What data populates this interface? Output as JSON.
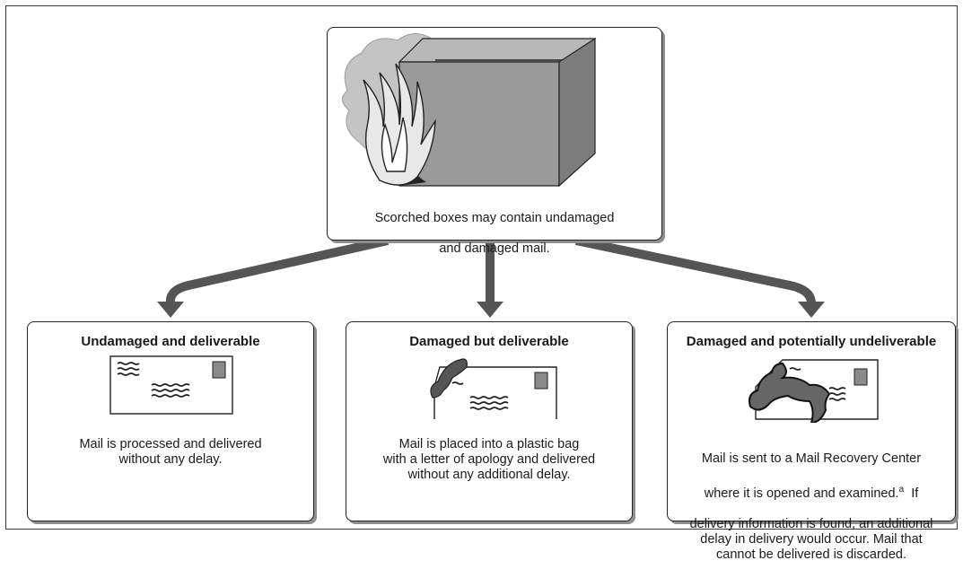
{
  "top": {
    "caption_line1": "Scorched boxes may contain undamaged",
    "caption_line2": "and damaged mail."
  },
  "outcomes": [
    {
      "title": "Undamaged and deliverable",
      "description": "Mail is processed and delivered\nwithout any delay."
    },
    {
      "title": "Damaged but deliverable",
      "description": "Mail is placed into a plastic bag\nwith a letter of apology and delivered\nwithout any additional delay."
    },
    {
      "title": "Damaged and potentially undeliverable",
      "desc_line1": "Mail is sent to a Mail Recovery Center",
      "desc_line2_before": "where it is opened and examined.",
      "desc_line2_sup": "a",
      "desc_line2_after": "  If",
      "desc_rest": "delivery information is found, an additional\ndelay in delivery would occur.  Mail that\ncannot be delivered is discarded."
    }
  ],
  "colors": {
    "arrow": "#555555",
    "box_face": "#9a9a9a",
    "box_side": "#7c7c7c",
    "stamp": "#8a8a8a"
  }
}
